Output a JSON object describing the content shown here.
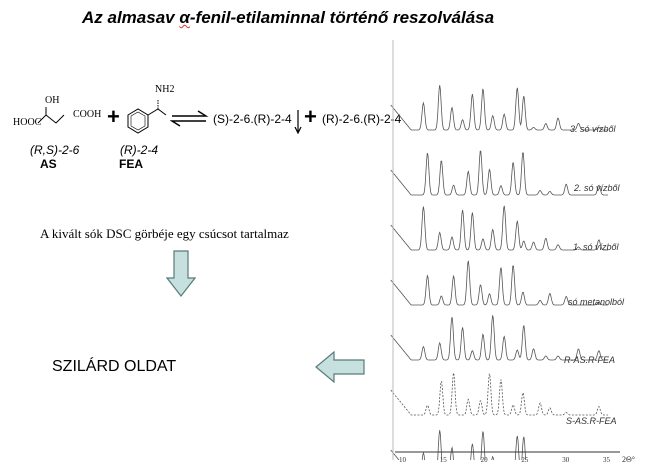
{
  "title": {
    "prefix": "Az almasav ",
    "alpha": "α",
    "suffix": "-fenil-etilaminnal történő reszolválása"
  },
  "reaction": {
    "malic_acid": {
      "oh": "OH",
      "hooc": "HOOC",
      "cooh": "COOH",
      "config": "(R,S)-2-6",
      "abbr": "AS"
    },
    "fea": {
      "nh2": "NH2",
      "config": "(R)-2-4",
      "abbr": "FEA"
    },
    "plus": "+",
    "product_precipitate": "(S)-2-6.(R)-2-4",
    "product_solution": "(R)-2-6.(R)-2-4"
  },
  "dsc_text": "A kivált sók DSC görbéje egy csúcsot tartalmaz",
  "result_text": "SZILÁRD OLDAT",
  "xrd": {
    "trace_labels": [
      "3. só vízből",
      "2. só vízből",
      "1. só vízből",
      "só metanolból",
      "R-AS.R-FEA",
      "S-AS.R-FEA"
    ],
    "x_ticks": [
      "10",
      "15",
      "20",
      "25",
      "30",
      "35"
    ],
    "x_unit": "2Θ°"
  },
  "colors": {
    "arrow_fill": "#c6e0e0",
    "arrow_stroke": "#5a7a7a"
  }
}
